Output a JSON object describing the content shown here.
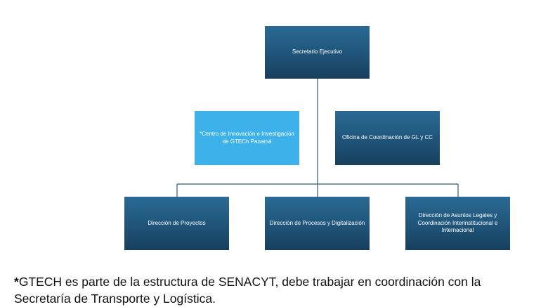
{
  "org_chart": {
    "nodes": {
      "secretario": "Secretario Ejecutivo",
      "centro": "*Centro de Innovación e Investigación de GTECh Panamá",
      "oficina": "Oficina de  Coordinación de GL y CC",
      "proyectos": "Dirección de Proyectos",
      "procesos": "Dirección de Procesos y Digitalización",
      "legales": "Dirección de Asuntos Legales y Coordinación Interinstitucional e Internacional"
    },
    "colors": {
      "node_dark": "#1f5478",
      "node_highlight": "#3db2ea",
      "connector": "#2b5a7d"
    }
  },
  "footnote": {
    "marker": "*",
    "text": "GTECH es parte de la estructura de SENACYT, debe trabajar en coordinación con la Secretaría de Transporte y Logística."
  }
}
